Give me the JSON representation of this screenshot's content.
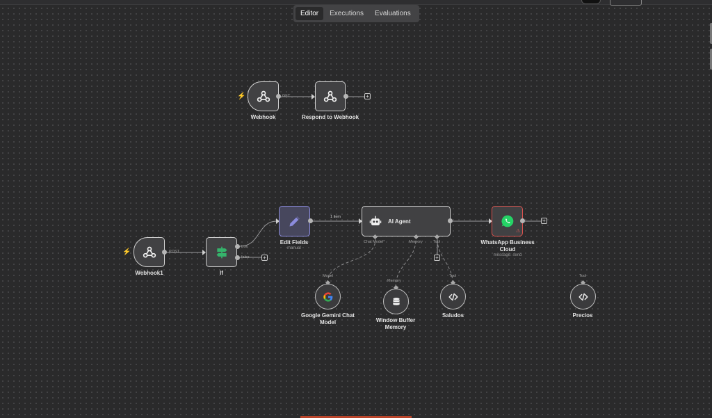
{
  "header": {
    "tabs": [
      {
        "label": "Editor",
        "active": true
      },
      {
        "label": "Executions",
        "active": false
      },
      {
        "label": "Evaluations",
        "active": false
      }
    ]
  },
  "canvas": {
    "nodes": {
      "webhook": {
        "label": "Webhook",
        "icon": "webhook-icon"
      },
      "respond": {
        "label": "Respond to Webhook",
        "icon": "webhook-icon"
      },
      "webhook1": {
        "label": "Webhook1",
        "icon": "webhook-icon"
      },
      "if_node": {
        "label": "If",
        "icon": "signpost-icon"
      },
      "edit_fields": {
        "label": "Edit Fields",
        "subtitle": "manual",
        "icon": "pencil-icon"
      },
      "ai_agent": {
        "label": "AI Agent",
        "icon": "robot-icon"
      },
      "whatsapp": {
        "label": "WhatsApp Business Cloud",
        "subtitle": "message: send",
        "icon": "whatsapp-icon"
      },
      "gemini": {
        "label": "Google Gemini Chat Model",
        "icon": "google-icon"
      },
      "memory": {
        "label": "Window Buffer Memory",
        "icon": "database-icon"
      },
      "saludos": {
        "label": "Saludos",
        "icon": "code-icon"
      },
      "precios": {
        "label": "Precios",
        "icon": "code-icon"
      }
    },
    "connection_labels": {
      "get": "GET",
      "post": "POST",
      "true": "true",
      "false": "false",
      "one_item": "1 item"
    },
    "port_labels": {
      "chat_model": "Chat Model*",
      "memory": "Memory",
      "tool": "Tool",
      "model": "Model",
      "memory_in": "Memory",
      "tool_in_saludos": "Tool",
      "tool_in_precios": "Tool"
    },
    "plus_symbol": "+"
  },
  "colors": {
    "canvas_bg": "#2a2a2b",
    "trigger_bolt": "#e0683f",
    "if_green": "#35b36b",
    "edit_purple": "#8b8bdc",
    "whatsapp_green": "#25d366",
    "error_red": "#d9534f"
  }
}
